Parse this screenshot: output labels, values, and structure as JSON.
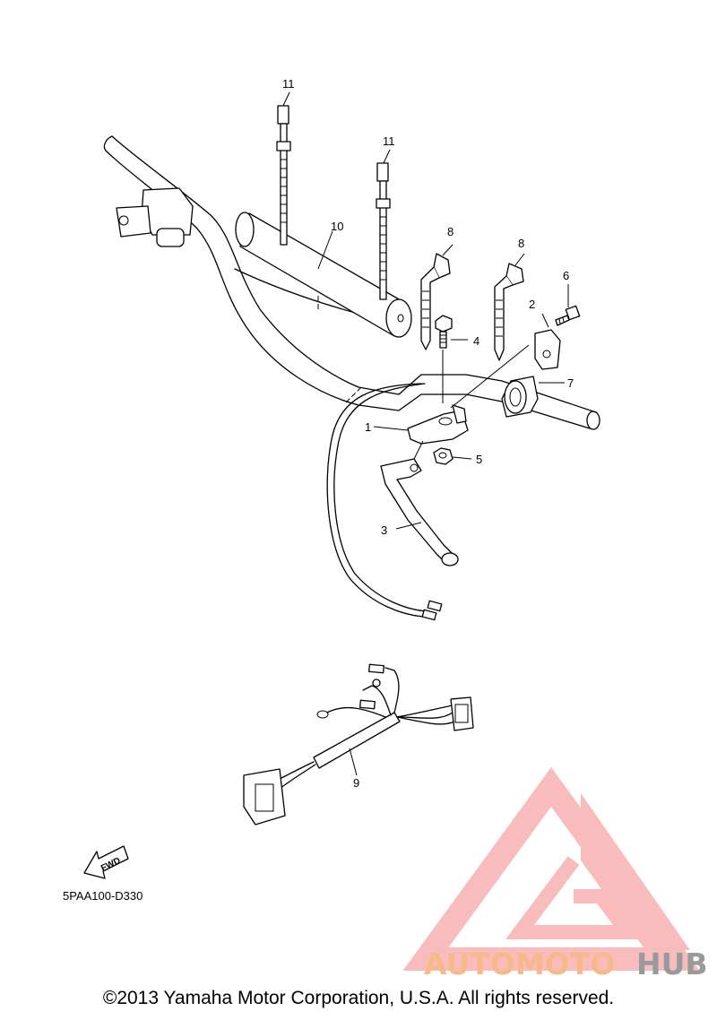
{
  "callouts": [
    "1",
    "2",
    "3",
    "4",
    "5",
    "6",
    "7",
    "8",
    "8",
    "9",
    "10",
    "11",
    "11"
  ],
  "diagram_code": "5PAA100-D330",
  "fwd_label": "FWD",
  "copyright": "©2013 Yamaha Motor Corporation, U.S.A. All rights reserved.",
  "watermark": {
    "brand_part1": "AUTOMOTO",
    "brand_part2": "HUB",
    "color_primary": "#f26b6b",
    "color_orange": "#f7b27a",
    "color_grey": "#8a8a8a"
  }
}
